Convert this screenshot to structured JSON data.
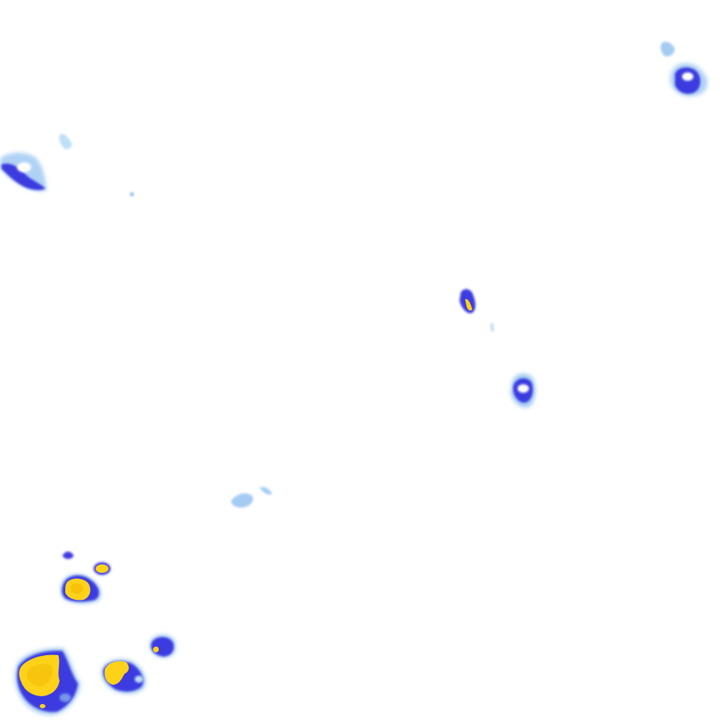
{
  "map": {
    "background": "#ffffff",
    "legend": {
      "low": "#bfe0f7",
      "light": "#8fbff0",
      "moderate": "#3a3ae0",
      "heavy": "#ffd21a",
      "heavy_core": "#f0b800"
    },
    "cells": [
      {
        "id": "ne-cell",
        "intensity": "moderate"
      },
      {
        "id": "ne-fragment",
        "intensity": "light"
      },
      {
        "id": "w-cell",
        "intensity": "moderate"
      },
      {
        "id": "w-fragment",
        "intensity": "low"
      },
      {
        "id": "w-speck",
        "intensity": "low"
      },
      {
        "id": "central-cell",
        "intensity": "heavy"
      },
      {
        "id": "central-speck",
        "intensity": "low"
      },
      {
        "id": "east-ring-cell",
        "intensity": "moderate"
      },
      {
        "id": "mid-fragment",
        "intensity": "light"
      },
      {
        "id": "sw-small-triangle",
        "intensity": "moderate"
      },
      {
        "id": "sw-dot",
        "intensity": "heavy"
      },
      {
        "id": "sw-cell-1",
        "intensity": "heavy"
      },
      {
        "id": "sw-cell-2",
        "intensity": "moderate"
      },
      {
        "id": "sw-cell-large",
        "intensity": "heavy"
      },
      {
        "id": "sw-cell-3",
        "intensity": "heavy"
      }
    ]
  }
}
